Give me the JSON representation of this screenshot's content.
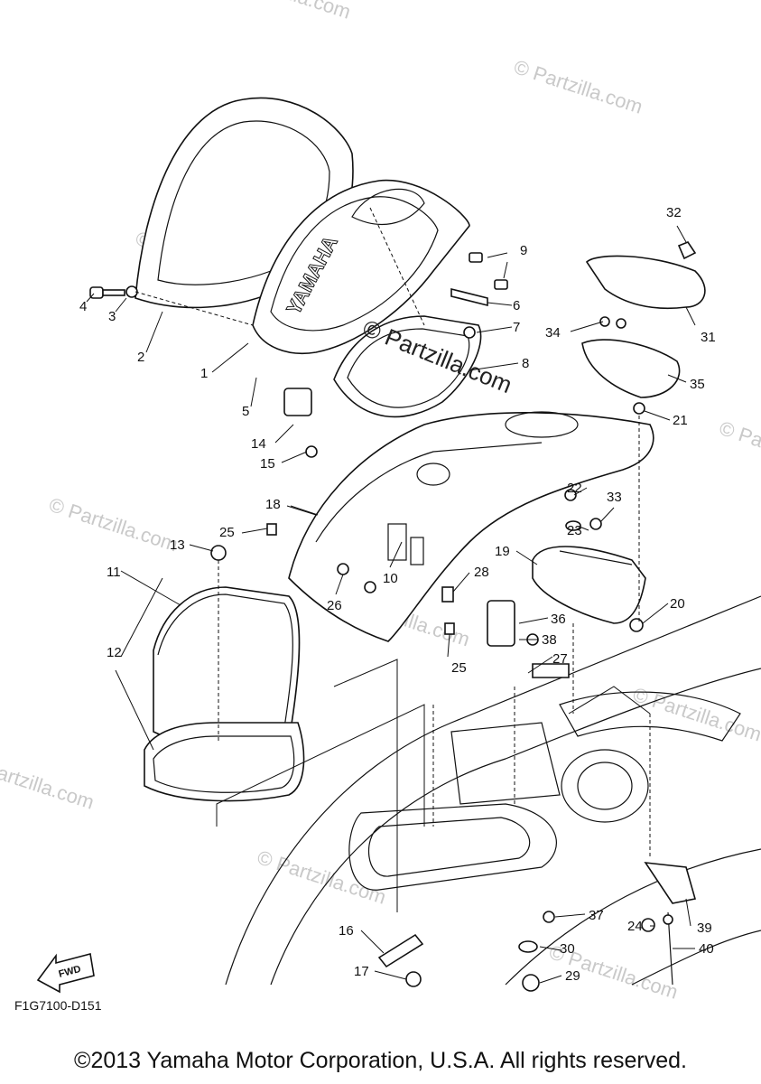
{
  "watermark": "© Partzilla.com",
  "center_watermark": "© Partzilla.com",
  "fwd_label": "FWD",
  "diagram_code": "F1G7100-D151",
  "copyright": "©2013 Yamaha Motor Corporation, U.S.A. All rights reserved.",
  "hood_brand": "YAMAHA",
  "callouts": [
    "1",
    "2",
    "3",
    "4",
    "5",
    "6",
    "7",
    "8",
    "9",
    "10",
    "11",
    "12",
    "13",
    "14",
    "15",
    "16",
    "17",
    "18",
    "19",
    "20",
    "21",
    "22",
    "23",
    "24",
    "25",
    "25",
    "26",
    "27",
    "28",
    "29",
    "30",
    "31",
    "32",
    "33",
    "34",
    "35",
    "36",
    "37",
    "38",
    "39",
    "40"
  ]
}
